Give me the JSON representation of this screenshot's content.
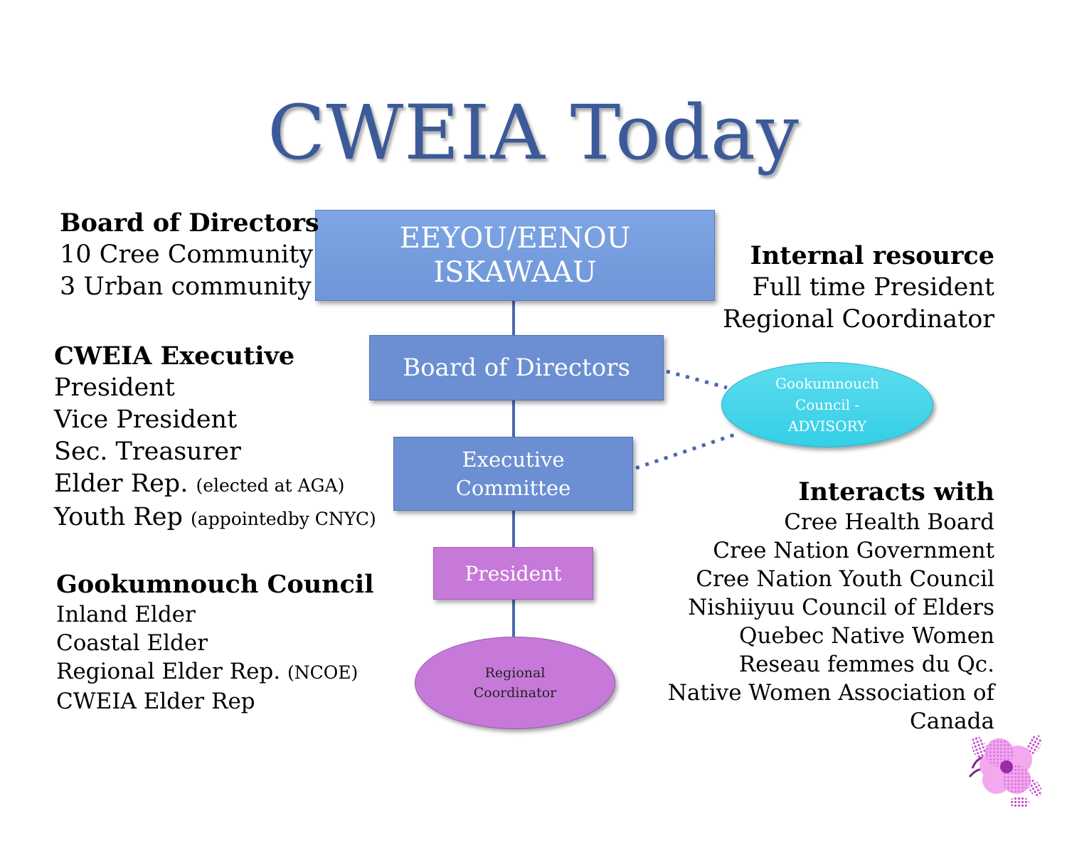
{
  "title": "CWEIA Today",
  "chart": {
    "top": [
      "EEYOU/EENOU",
      "ISKAWAAU"
    ],
    "board": "Board of Directors",
    "executive": [
      "Executive",
      "Committee"
    ],
    "president": "President",
    "coordinator": [
      "Regional",
      "Coordinator"
    ],
    "advisory": [
      "Gookumnouch",
      "Council -",
      "ADVISORY"
    ]
  },
  "left": {
    "board": {
      "heading": "Board of Directors",
      "lines": [
        "10 Cree Community",
        "3 Urban community"
      ]
    },
    "executive": {
      "heading": "CWEIA Executive",
      "lines": [
        {
          "text": "President",
          "note": ""
        },
        {
          "text": "Vice President",
          "note": ""
        },
        {
          "text": "Sec. Treasurer",
          "note": ""
        },
        {
          "text": "Elder Rep.",
          "note": "(elected at AGA)"
        },
        {
          "text": "Youth Rep",
          "note": "(appointedby CNYC)"
        }
      ]
    },
    "gookumnouch": {
      "heading": "Gookumnouch Council",
      "lines": [
        {
          "text": "Inland Elder",
          "note": ""
        },
        {
          "text": "Coastal Elder",
          "note": ""
        },
        {
          "text": "Regional Elder Rep.",
          "note": "(NCOE)"
        },
        {
          "text": "CWEIA Elder Rep",
          "note": ""
        }
      ]
    }
  },
  "right": {
    "internal": {
      "heading": "Internal resource",
      "lines": [
        "Full time President",
        "Regional Coordinator"
      ]
    },
    "interacts": {
      "heading": "Interacts with",
      "lines": [
        "Cree Health Board",
        "Cree Nation Government",
        "Cree Nation Youth Council",
        "Nishiiyuu Council of Elders",
        "Quebec Native Women",
        "Reseau femmes du Qc.",
        "Native Women Association of",
        "Canada"
      ]
    }
  },
  "colors": {
    "title": "#3c5a99",
    "blue_box": "#6b8fd2",
    "purple_box": "#c679d8",
    "cyan_ellipse": "#33cfe6",
    "connector": "#4a69ad"
  }
}
